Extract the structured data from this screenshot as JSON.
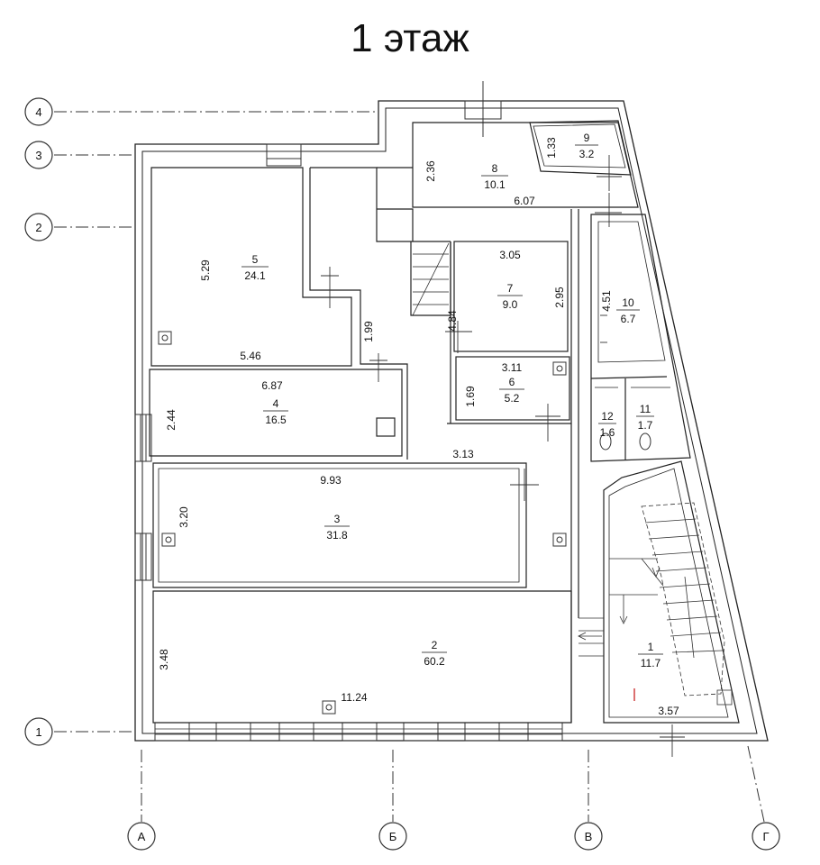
{
  "title": "1 этаж",
  "axes": {
    "rows": [
      {
        "label": "4"
      },
      {
        "label": "3"
      },
      {
        "label": "2"
      },
      {
        "label": "1"
      }
    ],
    "cols": [
      {
        "label": "А"
      },
      {
        "label": "Б"
      },
      {
        "label": "В"
      },
      {
        "label": "Г"
      }
    ]
  },
  "rooms": [
    {
      "id": "room-1",
      "number": "1",
      "area": "11.7"
    },
    {
      "id": "room-2",
      "number": "2",
      "area": "60.2"
    },
    {
      "id": "room-3",
      "number": "3",
      "area": "31.8"
    },
    {
      "id": "room-4",
      "number": "4",
      "area": "16.5"
    },
    {
      "id": "room-5",
      "number": "5",
      "area": "24.1"
    },
    {
      "id": "room-6",
      "number": "6",
      "area": "5.2"
    },
    {
      "id": "room-7",
      "number": "7",
      "area": "9.0"
    },
    {
      "id": "room-8",
      "number": "8",
      "area": "10.1"
    },
    {
      "id": "room-9",
      "number": "9",
      "area": "3.2"
    },
    {
      "id": "room-10",
      "number": "10",
      "area": "6.7"
    },
    {
      "id": "room-11",
      "number": "11",
      "area": "1.7"
    },
    {
      "id": "room-12",
      "number": "12",
      "area": "1.6"
    }
  ],
  "dimensions": {
    "d_5_29": "5.29",
    "d_5_46": "5.46",
    "d_1_99": "1.99",
    "d_6_87": "6.87",
    "d_2_44": "2.44",
    "d_3_13": "3.13",
    "d_9_93": "9.93",
    "d_3_20": "3.20",
    "d_3_48": "3.48",
    "d_11_24": "11.24",
    "d_2_36": "2.36",
    "d_6_07": "6.07",
    "d_1_33": "1.33",
    "d_3_05": "3.05",
    "d_2_95": "2.95",
    "d_4_84": "4.84",
    "d_3_11": "3.11",
    "d_1_69": "1.69",
    "d_4_51": "4.51",
    "d_3_57": "3.57"
  }
}
